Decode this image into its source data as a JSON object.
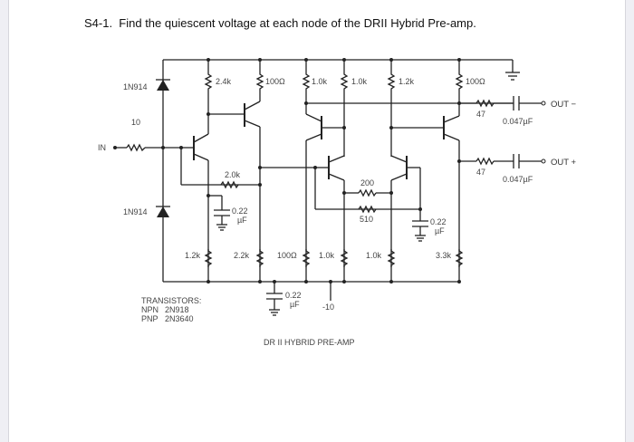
{
  "problem": {
    "title": "S4-1.  Find the quiescent voltage at each node of the DRII Hybrid Pre-amp."
  },
  "schematic": {
    "caption": "DR II  HYBRID PRE-AMP",
    "input_label": "IN",
    "input_resistor": "10",
    "diode_top": "1N914",
    "diode_bottom": "1N914",
    "top_resistors": [
      "2.4k",
      "100Ω",
      "1.0k",
      "1.0k",
      "1.2k",
      "100Ω"
    ],
    "bottom_resistors": [
      "1.2k",
      "2.2k",
      "100Ω",
      "1.0k",
      "1.0k",
      "3.3k"
    ],
    "feedback_resistor": "2.0k",
    "emitter_resistor": "200",
    "base_resistor": "510",
    "caps": {
      "c1": "0.22",
      "c1_unit": "µF",
      "c2": "0.22",
      "c2_unit": "µF",
      "c3": "0.22",
      "c3_unit": "µF"
    },
    "supply_negative": "-10",
    "outputs": [
      {
        "label": "OUT −",
        "resistor": "47",
        "capacitor": "0.047µF"
      },
      {
        "label": "OUT +",
        "resistor": "47",
        "capacitor": "0.047µF"
      }
    ],
    "transistors_heading": "TRANSISTORS:",
    "transistors": [
      {
        "type": "NPN",
        "part": "2N918"
      },
      {
        "type": "PNP",
        "part": "2N3640"
      }
    ]
  }
}
